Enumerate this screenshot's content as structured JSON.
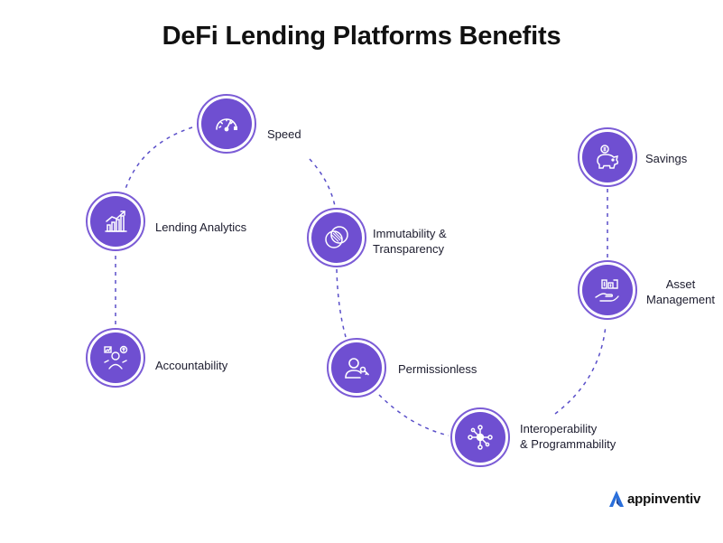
{
  "title": "DeFi Lending Platforms Benefits",
  "brand": {
    "name": "appinventiv"
  },
  "colors": {
    "accent": "#6f4fd1",
    "ring": "#7b5cd6",
    "connector": "#5a4fc9"
  },
  "benefits": [
    {
      "label": "Speed",
      "icon": "speedometer-icon"
    },
    {
      "label": "Lending Analytics",
      "icon": "analytics-chart-icon"
    },
    {
      "label": "Accountability",
      "icon": "accountability-person-icon"
    },
    {
      "label": "Immutability & Transparency",
      "label_line1": "Immutability &",
      "label_line2": "Transparency",
      "icon": "overlapping-circles-icon"
    },
    {
      "label": "Permissionless",
      "icon": "user-key-icon"
    },
    {
      "label": "Interoperability & Programmability",
      "label_line1": "Interoperability",
      "label_line2": "& Programmability",
      "icon": "network-hub-icon"
    },
    {
      "label": "Asset Management",
      "label_line1": "Asset",
      "label_line2": "Management",
      "icon": "hand-money-icon"
    },
    {
      "label": "Savings",
      "icon": "piggy-bank-icon"
    }
  ]
}
